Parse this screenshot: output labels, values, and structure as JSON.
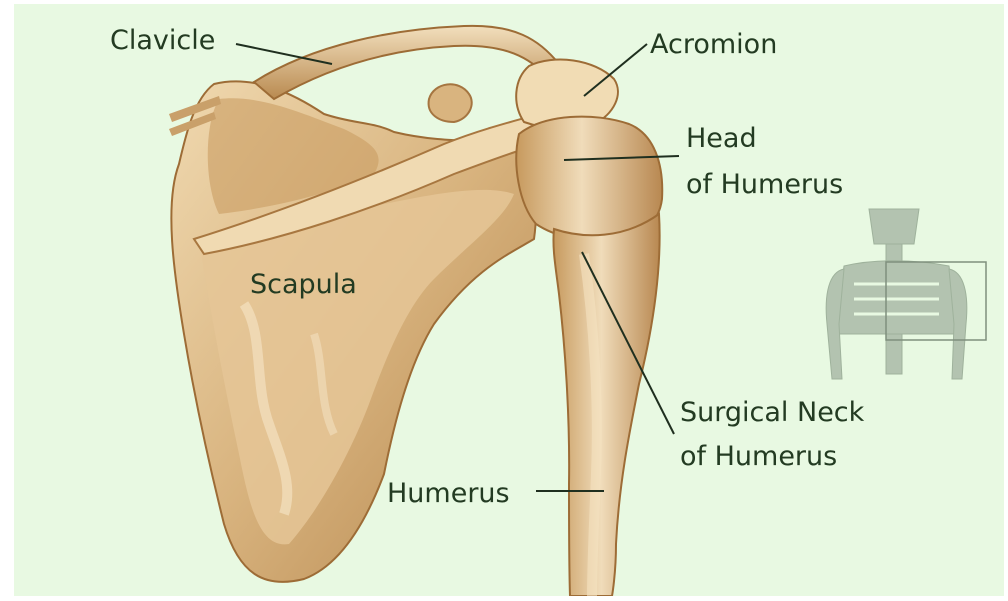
{
  "colors": {
    "background": "#e8f9e2",
    "bone": "#d8b37e",
    "bone_shadow": "#a9773f",
    "bone_highlight": "#f3e2c4",
    "label_text": "#233b22",
    "leader_line": "#1f2f1f",
    "skeleton": "#b3c3b0"
  },
  "labels": {
    "clavicle": "Clavicle",
    "acromion": "Acromion",
    "head_line1": "Head",
    "head_line2": "of Humerus",
    "scapula": "Scapula",
    "surgical_line1": "Surgical Neck",
    "surgical_line2": "of Humerus",
    "humerus": "Humerus"
  }
}
